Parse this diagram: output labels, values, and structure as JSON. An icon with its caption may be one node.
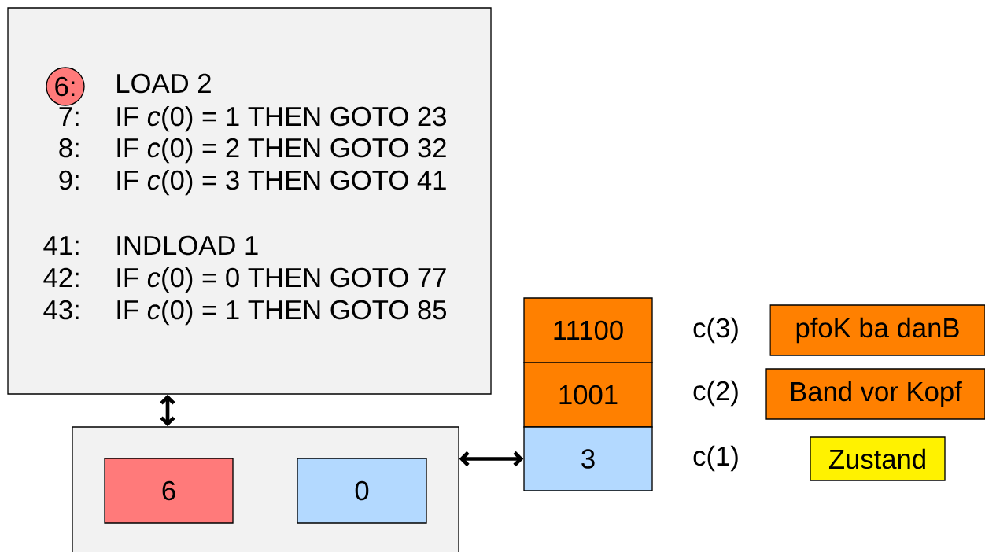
{
  "diagram": {
    "nodes": [
      {
        "text": [
          "LOAD 2",
          "7:",
          "IF *c*(0) = 1 THEN GOTO 23",
          "8:",
          "IF *c*(0) = 2 THEN GOTO 32",
          "9:",
          "IF *c*(0) = 3 THEN GOTO 41",
          "41:",
          "INDLOAD 1",
          "42:",
          "IF *c*(0) = 0 THEN GOTO 77",
          "43:",
          "IF *c*(0) = 1 THEN GOTO 85"
        ]
      },
      {
        "text": [
          "6:"
        ],
        "in": 0
      },
      {
        "text": [],
        "shape": "box"
      },
      {
        "text": [
          "6"
        ],
        "in": 2
      },
      {
        "text": [
          "0"
        ],
        "in": 2
      },
      {
        "text": [
          "11100"
        ]
      },
      {
        "text": [
          "1001"
        ]
      },
      {
        "text": [
          "3"
        ]
      },
      {
        "text": [
          "pfoK ba danB"
        ]
      },
      {
        "text": [
          "Band vor Kopf"
        ]
      },
      {
        "text": [
          "Zustand"
        ]
      }
    ],
    "edges": [
      {
        "from": 0,
        "to": 2,
        "arrow": "both"
      },
      {
        "from": 2,
        "to": 7,
        "arrow": "both"
      }
    ],
    "labels": [
      "c(3)",
      "c(2)",
      "c(1)"
    ]
  }
}
